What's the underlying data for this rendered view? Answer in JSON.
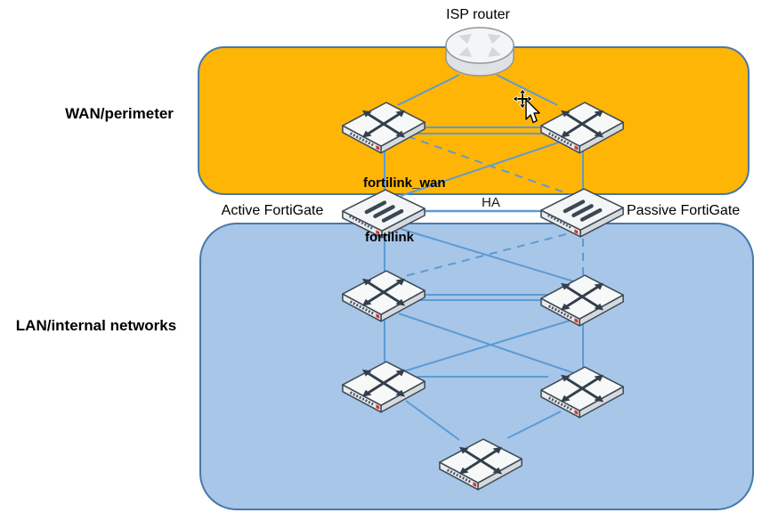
{
  "diagram": {
    "labels": {
      "isp_router": "ISP router",
      "wan_zone": "WAN/perimeter",
      "lan_zone": "LAN/internal networks",
      "active_fortigate": "Active FortiGate",
      "passive_fortigate": "Passive FortiGate",
      "fortilink_wan": "fortilink_wan",
      "fortilink": "fortilink",
      "ha_link": "HA"
    },
    "colors": {
      "wan_zone_fill": "#ffb505",
      "lan_zone_fill": "#a8c6e8",
      "zone_border": "#4779ab",
      "link_blue": "#5b9bd5",
      "device_outline": "#3d4a57",
      "fortinet_red": "#d8372c"
    },
    "nodes": [
      {
        "id": "isp-router",
        "type": "router",
        "label": "ISP router",
        "zone": "internet"
      },
      {
        "id": "wan-switch-1",
        "type": "switch",
        "zone": "wan"
      },
      {
        "id": "wan-switch-2",
        "type": "switch",
        "zone": "wan"
      },
      {
        "id": "active-fortigate",
        "type": "fortigate",
        "label": "Active FortiGate",
        "zone": "between"
      },
      {
        "id": "passive-fortigate",
        "type": "fortigate",
        "label": "Passive FortiGate",
        "zone": "between"
      },
      {
        "id": "lan-switch-1",
        "type": "switch",
        "zone": "lan"
      },
      {
        "id": "lan-switch-2",
        "type": "switch",
        "zone": "lan"
      },
      {
        "id": "lan-switch-3",
        "type": "switch",
        "zone": "lan"
      },
      {
        "id": "lan-switch-4",
        "type": "switch",
        "zone": "lan"
      },
      {
        "id": "lan-switch-5",
        "type": "switch",
        "zone": "lan"
      }
    ],
    "links": [
      {
        "from": "isp-router",
        "to": "wan-switch-1",
        "style": "solid"
      },
      {
        "from": "isp-router",
        "to": "wan-switch-2",
        "style": "solid"
      },
      {
        "from": "wan-switch-1",
        "to": "wan-switch-2",
        "style": "double-solid"
      },
      {
        "from": "wan-switch-1",
        "to": "active-fortigate",
        "style": "solid",
        "label": "fortilink_wan"
      },
      {
        "from": "wan-switch-2",
        "to": "active-fortigate",
        "style": "solid"
      },
      {
        "from": "wan-switch-1",
        "to": "passive-fortigate",
        "style": "dashed"
      },
      {
        "from": "wan-switch-2",
        "to": "passive-fortigate",
        "style": "solid"
      },
      {
        "from": "active-fortigate",
        "to": "passive-fortigate",
        "style": "solid",
        "label": "HA"
      },
      {
        "from": "active-fortigate",
        "to": "lan-switch-1",
        "style": "solid",
        "label": "fortilink"
      },
      {
        "from": "active-fortigate",
        "to": "lan-switch-2",
        "style": "solid"
      },
      {
        "from": "passive-fortigate",
        "to": "lan-switch-1",
        "style": "dashed"
      },
      {
        "from": "passive-fortigate",
        "to": "lan-switch-2",
        "style": "dashed"
      },
      {
        "from": "lan-switch-1",
        "to": "lan-switch-2",
        "style": "double-solid"
      },
      {
        "from": "lan-switch-1",
        "to": "lan-switch-3",
        "style": "solid"
      },
      {
        "from": "lan-switch-2",
        "to": "lan-switch-4",
        "style": "solid"
      },
      {
        "from": "lan-switch-1",
        "to": "lan-switch-4",
        "style": "solid"
      },
      {
        "from": "lan-switch-2",
        "to": "lan-switch-3",
        "style": "solid"
      },
      {
        "from": "lan-switch-3",
        "to": "lan-switch-4",
        "style": "solid"
      },
      {
        "from": "lan-switch-3",
        "to": "lan-switch-5",
        "style": "solid"
      },
      {
        "from": "lan-switch-4",
        "to": "lan-switch-5",
        "style": "solid"
      }
    ]
  }
}
